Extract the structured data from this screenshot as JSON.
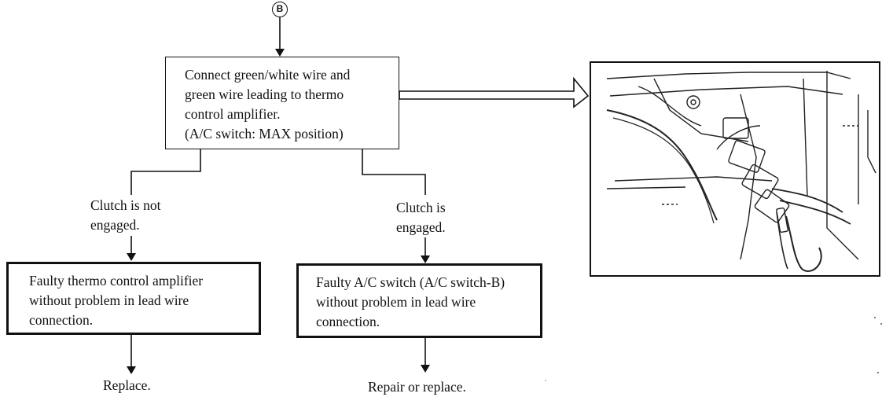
{
  "connector": {
    "label": "B"
  },
  "start_box": {
    "lines": [
      "Connect green/white wire and",
      "green wire leading to thermo",
      "control amplifier.",
      "(A/C switch:  MAX position)"
    ]
  },
  "left_branch": {
    "condition": [
      "Clutch is not",
      "engaged."
    ],
    "result_box": [
      "Faulty thermo control amplifier",
      "without problem in lead wire",
      "connection."
    ],
    "action": "Replace."
  },
  "right_branch": {
    "condition": [
      "Clutch is",
      "engaged."
    ],
    "result_box": [
      "Faulty A/C switch (A/C switch-B)",
      "without problem in lead wire",
      "connection."
    ],
    "action": "Repair or replace."
  },
  "illustration": {
    "subject": "thermo control amplifier wire harness connector"
  }
}
